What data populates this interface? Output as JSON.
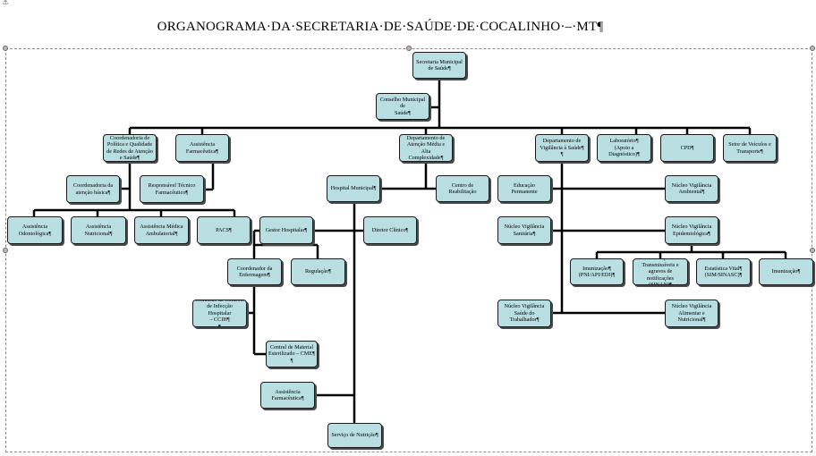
{
  "title": "ORGANOGRAMA·DA·SECRETARIA·DE·SAÚDE·DE·COCALINHO·–·MT¶",
  "nodes": {
    "secretaria": "Secretaria Municipal\nde Saúde¶",
    "conselho": "Conselho Municipal de\nSaúde¶",
    "coord_politica": "Coordenadoria de\nPolítica e Qualidade\nde Redes de Atenção\ne Saúde¶",
    "assist_farm_top": "Assistência\nFarmacêutica¶",
    "depto_atencao": "Departamento de\nAtenção Média e Alta\nComplexidade¶",
    "depto_vigilancia": "Departamento de\nVigilância à Saúde¶\n¶",
    "laboratorio": "Laboratório¶\n(Apoio a Diagnóstico)¶",
    "cpd": "CPD¶",
    "setor_veiculos": "Setor de Veículos e\nTransporte¶",
    "coord_basica": "Coordenadoria da\natenção básica¶",
    "responsavel_tecnico": "Responsável Técnico\nFarmacêutico¶",
    "hospital": "Hospital Municipal¶",
    "centro_reab": "Centro de Reabilitação",
    "educacao": "Educação Permanente",
    "nucleo_ambiental": "Núcleo Vigilância\nAmbiental¶",
    "assist_odonto": "Assistência\nOdontológica¶",
    "assist_nutri": "Assistência Nutricional¶",
    "assist_medica": "Assistência Médica\nAmbulatorial¶",
    "pacs": "PACS¶",
    "gestor": "Gestor Hospitalar¶",
    "diretor": "Diretor Clínico¶",
    "nucleo_sanitaria": "Núcleo Vigilância\nSanitária¶",
    "nucleo_epidemio": "Núcleo Vigilância\nEpidemiológica¶",
    "coord_enfermagem": "Coordenador da\nEnfermagem¶",
    "regulacao": "Regulação¶",
    "imunizacao": "Imunização¶\n(PNI/API/EDI)¶",
    "doencas": "Doenças\nTransmissíveis e\nagravos de notificações\n(SINAN)¶",
    "estatistica": "Estatística Vital¶\n(SIM/SINASC)¶",
    "imunizacao2": "Imunização¶",
    "ccih": "Comissão de Controle\nde Infecção Hospitalar\n– CCIH¶\n¶",
    "cme": "Central de Material\nEsterilizado – CME¶\n¶",
    "nucleo_trabalhador": "Núcleo Vigilância\nSaúde do Trabalhador¶",
    "nucleo_alimentar": "Núcleo Vigilância\nAlimentar e\nNutricional¶",
    "assist_farm_hosp": "Assistência\nFarmacêutica¶",
    "nutricao": "Serviço de Nutrição¶"
  }
}
